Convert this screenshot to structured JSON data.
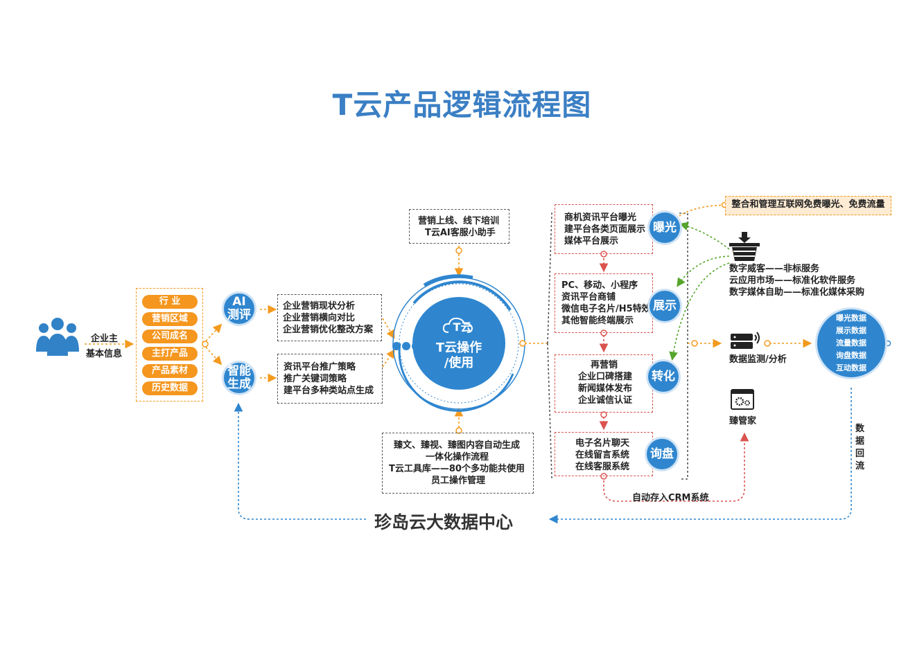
{
  "title": "T云产品逻辑流程图",
  "owner": {
    "line1": "企业主",
    "line2": "基本信息"
  },
  "info_pills": [
    "行 业",
    "营销区域",
    "公司成名",
    "主打产品",
    "产品素材",
    "历史数据"
  ],
  "ai_eval": {
    "label1": "AI",
    "label2": "测评",
    "items": [
      "企业营销现状分析",
      "企业营销横向对比",
      "企业营销优化整改方案"
    ]
  },
  "smart_gen": {
    "label1": "智能",
    "label2": "生成",
    "items": [
      "资讯平台推广策略",
      "推广关键词策略",
      "建平台多种类站点生成"
    ]
  },
  "training": {
    "items": [
      "营销上线、线下培训",
      "T云AI客服小助手"
    ]
  },
  "center": {
    "logo": "T云",
    "line1": "T云操作",
    "line2": "/使用"
  },
  "tools": {
    "items": [
      "臻文、臻视、臻图内容自动生成",
      "一体化操作流程",
      "T云工具库——80个多功能共使用",
      "员工操作管理"
    ]
  },
  "stages": [
    {
      "label": "曝光",
      "items": [
        "商机资讯平台曝光",
        "建平台各类页面展示",
        "媒体平台展示"
      ]
    },
    {
      "label": "展示",
      "items": [
        "PC、移动、小程序",
        "资讯平台商铺",
        "微信电子名片/H5特效",
        "其他智能终端展示"
      ]
    },
    {
      "label": "转化",
      "items": [
        "再营销",
        "企业口碑搭建",
        "新闻媒体发布",
        "企业诚信认证"
      ]
    },
    {
      "label": "询盘",
      "items": [
        "电子名片聊天",
        "在线留言系统",
        "在线客服系统"
      ]
    }
  ],
  "note": "整合和管理互联网免费曝光、免费流量",
  "market": {
    "items": [
      "数字威客——非标服务",
      "云应用市场——标准化软件服务",
      "数字媒体自助——标准化媒体采购"
    ]
  },
  "monitor": {
    "label": "数据监测/分析"
  },
  "data_circle": {
    "items": [
      "曝光数据",
      "展示数据",
      "流量数据",
      "询盘数据",
      "互动数据"
    ]
  },
  "zhen": {
    "label": "臻管家"
  },
  "crm": "自动存入CRM系统",
  "backflow": [
    "数",
    "据",
    "回",
    "流"
  ],
  "bigdata": "珍岛云大数据中心",
  "colors": {
    "blue": "#2f86cf",
    "orange": "#f5961e",
    "red": "#d9534f",
    "green": "#55a52b",
    "title": "#3b7fc4"
  }
}
